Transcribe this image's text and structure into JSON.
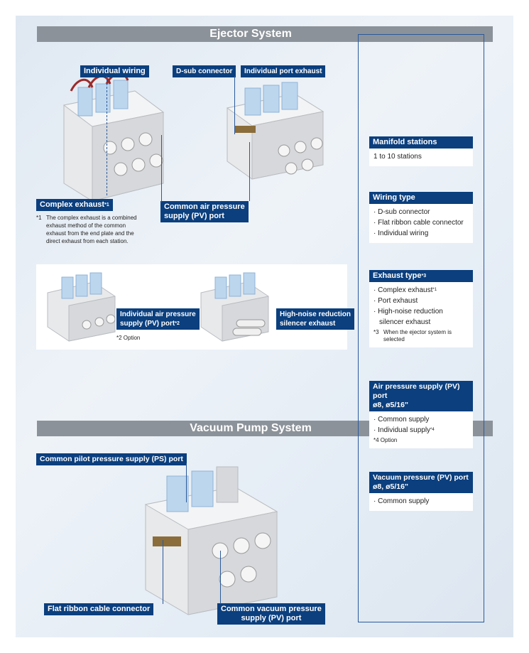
{
  "sections": {
    "ejector_title": "Ejector System",
    "vacuum_title": "Vacuum Pump System"
  },
  "ejector": {
    "individual_wiring": "Individual wiring",
    "dsub_connector": "D-sub connector",
    "individual_port_exhaust": "Individual port exhaust",
    "complex_exhaust": "Complex exhaust",
    "complex_exhaust_mark": "*1",
    "common_air_line1": "Common air pressure",
    "common_air_line2": "supply (PV) port",
    "note1_mark": "*1",
    "note1_lines": [
      "The complex exhaust is a combined",
      "exhaust method of the common",
      "exhaust from the end plate and the",
      "direct exhaust from each station."
    ],
    "individual_air_line1": "Individual air pressure",
    "individual_air_line2": "supply (PV) port",
    "individual_air_mark": "*2",
    "note2": "*2  Option",
    "high_noise_line1": "High-noise reduction",
    "high_noise_line2": "silencer exhaust"
  },
  "vacuum": {
    "common_pilot": "Common pilot pressure supply (PS) port",
    "flat_ribbon": "Flat ribbon cable connector",
    "common_vacuum_line1": "Common vacuum pressure",
    "common_vacuum_line2": "supply (PV) port"
  },
  "specs": {
    "manifold": {
      "title": "Manifold stations",
      "items": [
        "1 to 10 stations"
      ]
    },
    "wiring": {
      "title": "Wiring type",
      "items": [
        "· D-sub connector",
        "· Flat ribbon cable connector",
        "· Individual wiring"
      ]
    },
    "exhaust": {
      "title": "Exhaust type",
      "title_mark": "*3",
      "item1": "· Complex exhaust",
      "item1_mark": "*1",
      "item2": "· Port exhaust",
      "item3": "· High-noise reduction",
      "item3b": "silencer exhaust",
      "note_mark": "*3",
      "note_line1": "When the ejector system is",
      "note_line2": "selected"
    },
    "air": {
      "title_line1": "Air pressure supply (PV) port",
      "title_line2": "ø8, ø5/16\"",
      "item1": "· Common supply",
      "item2": "· Individual supply",
      "item2_mark": "*4",
      "note": "*4  Option"
    },
    "vac": {
      "title_line1": "Vacuum pressure (PV) port",
      "title_line2": "ø8, ø5/16\"",
      "item1": "· Common supply"
    }
  },
  "colors": {
    "accent": "#0b3f7e",
    "band": "#8c9299",
    "frame": "#2a5a9c"
  },
  "icons": [
    "manifold-product-icon"
  ]
}
